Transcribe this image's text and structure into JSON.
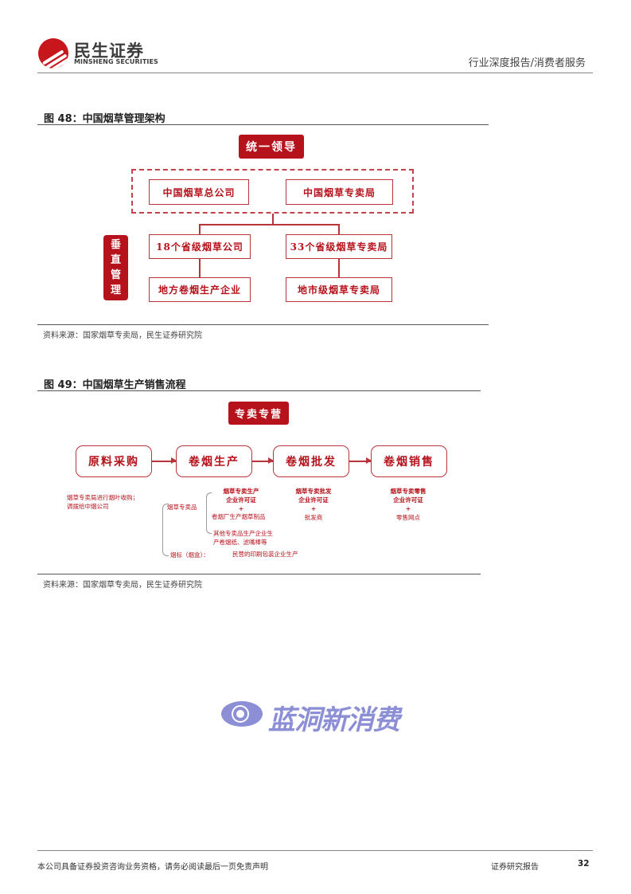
{
  "header": {
    "logo_cn": "民生证券",
    "logo_en": "MINSHENG SECURITIES",
    "category": "行业深度报告/消费者服务"
  },
  "figure48": {
    "title": "图 48：中国烟草管理架构",
    "top_label": "统一领导",
    "dashed_group": [
      "中国烟草总公司",
      "中国烟草专卖局"
    ],
    "side_label": [
      "垂",
      "直",
      "管",
      "理"
    ],
    "level2": [
      "18个省级烟草公司",
      "33个省级烟草专卖局"
    ],
    "level3": [
      "地方卷烟生产企业",
      "地市级烟草专卖局"
    ],
    "source": "资料来源：国家烟草专卖局，民生证券研究院"
  },
  "figure49": {
    "title": "图 49：中国烟草生产销售流程",
    "top_label": "专卖专营",
    "steps": [
      "原料采购",
      "卷烟生产",
      "卷烟批发",
      "卷烟销售"
    ],
    "notes": {
      "purchase": [
        "烟草专卖局进行烟叶收购；",
        "调拨给中烟公司"
      ],
      "production_license": [
        "烟草专卖生产",
        "企业许可证"
      ],
      "production_plus": "+",
      "monopoly_goods_label": "烟草专卖品",
      "cigarette_factory": "卷烟厂生产烟草制品",
      "other_goods": [
        "其他专卖品生产企业生",
        "产卷烟纸、滤嘴棒等"
      ],
      "packaging_label": "烟标（烟盒）：",
      "packaging_text": "民营的印刷包装企业生产",
      "wholesale_license": [
        "烟草专卖批发",
        "企业许可证"
      ],
      "wholesale_plus": "+",
      "wholesaler": "批发商",
      "retail_license": [
        "烟草专卖零售",
        "企业许可证"
      ],
      "retail_plus": "+",
      "retail_outlet": "零售网点"
    },
    "source": "资料来源：国家烟草专卖局，民生证券研究院"
  },
  "watermark": {
    "text": "蓝洞新消费"
  },
  "footer": {
    "disclaimer": "本公司具备证券投资咨询业务资格，请务必阅读最后一页免责声明",
    "doc_type": "证券研究报告",
    "page_number": "32"
  }
}
